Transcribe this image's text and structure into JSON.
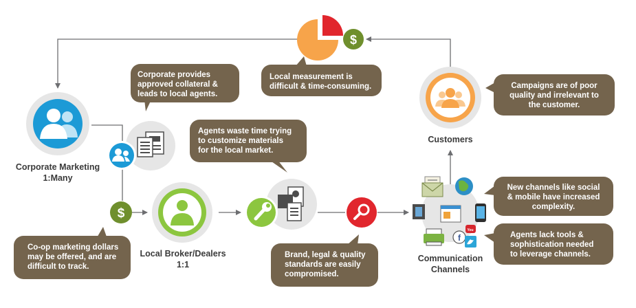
{
  "nodes": {
    "corporate_marketing": {
      "label_line1": "Corporate Marketing",
      "label_line2": "1:Many",
      "icon": "people-group-icon"
    },
    "local_broker_dealers": {
      "label_line1": "Local Broker/Dealers",
      "label_line2": "1:1",
      "icon": "person-icon"
    },
    "customers": {
      "label": "Customers",
      "icon": "people-group-icon"
    },
    "communication_channels": {
      "label_line1": "Communication",
      "label_line2": "Channels",
      "icons": [
        "email-icon",
        "globe-icon",
        "film-icon",
        "browser-icon",
        "mobile-phone-icon",
        "printer-icon",
        "facebook-icon",
        "youtube-icon",
        "twitter-icon"
      ]
    },
    "collateral": {
      "icon": "documents-icon"
    },
    "customize_tools": {
      "icon": "wrench-icon"
    },
    "materials": {
      "icon": "materials-stack-icon"
    },
    "quality_check": {
      "icon": "magnifier-icon"
    },
    "measurement": {
      "icon": "pie-chart-icon"
    }
  },
  "callouts": {
    "corporate_provides": [
      "Corporate provides",
      "approved collateral &",
      "leads to local agents."
    ],
    "local_measurement": [
      "Local measurement is",
      "difficult & time-consuming."
    ],
    "campaigns_poor": [
      "Campaigns are of poor",
      "quality and irrelevant to",
      "the customer."
    ],
    "agents_waste_time": [
      "Agents waste time trying",
      "to customize materials",
      "for the local market."
    ],
    "new_channels": [
      "New channels like social",
      "& mobile have increased",
      "complexity."
    ],
    "agents_lack_tools": [
      "Agents lack tools &",
      "sophistication needed",
      "to leverage channels."
    ],
    "brand_legal": [
      "Brand, legal & quality",
      "standards are easily",
      "compromised."
    ],
    "coop_marketing": [
      "Co-op marketing dollars",
      "may be offered, and are",
      "difficult to track."
    ]
  },
  "dollar_symbol": "$",
  "colors": {
    "callout_brown": "#74644d",
    "blue": "#1c9ad6",
    "green": "#8cc63f",
    "orange": "#f7a44a",
    "red": "#e1262d",
    "olive": "#6f8f2d",
    "ring_gray": "#e6e6e6",
    "connector_gray": "#6d6e71"
  }
}
